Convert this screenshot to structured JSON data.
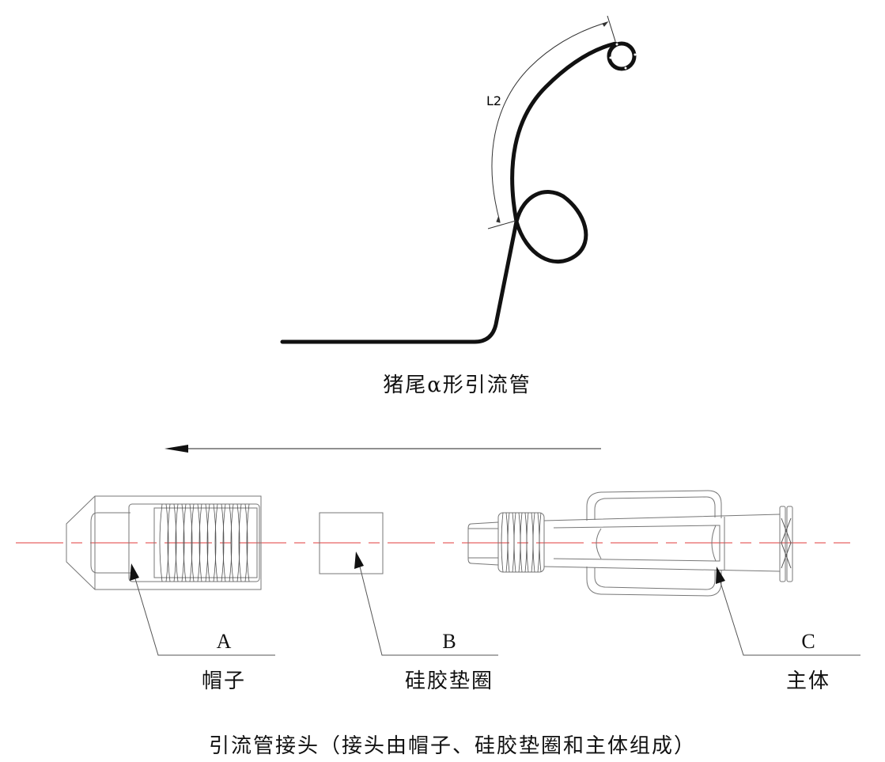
{
  "top_figure": {
    "dimension_label": "L2",
    "caption": "猪尾α形引流管"
  },
  "bottom_figure": {
    "parts": [
      {
        "letter": "A",
        "name": "帽子"
      },
      {
        "letter": "B",
        "name": "硅胶垫圈"
      },
      {
        "letter": "C",
        "name": "主体"
      }
    ],
    "caption": "引流管接头（接头由帽子、硅胶垫圈和主体组成）"
  },
  "colors": {
    "line": "#111111",
    "centerline": "#e23b3b",
    "outline": "#777777"
  }
}
